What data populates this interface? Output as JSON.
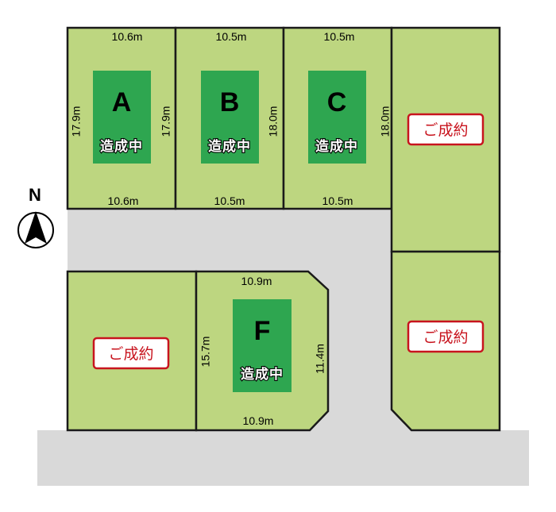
{
  "colors": {
    "lot_fill": "#bdd680",
    "lot_border": "#1a1a1a",
    "road_fill": "#d9d9d9",
    "label_box": "#2ea650",
    "sold_text": "#c8141e"
  },
  "compass": {
    "label": "N",
    "icon": "north-arrow-icon"
  },
  "lots": [
    {
      "id": "A",
      "status": "造成中",
      "top": "10.6m",
      "bottom": "10.6m",
      "left": "17.9m",
      "right": "17.9m"
    },
    {
      "id": "B",
      "status": "造成中",
      "top": "10.5m",
      "bottom": "10.5m",
      "right": "18.0m"
    },
    {
      "id": "C",
      "status": "造成中",
      "top": "10.5m",
      "bottom": "10.5m",
      "right": "18.0m"
    },
    {
      "id": "F",
      "status": "造成中",
      "top": "10.9m",
      "bottom": "10.9m",
      "left": "15.7m",
      "right": "11.4m"
    }
  ],
  "sold_lots": [
    {
      "label": "ご成約"
    },
    {
      "label": "ご成約"
    },
    {
      "label": "ご成約"
    }
  ]
}
